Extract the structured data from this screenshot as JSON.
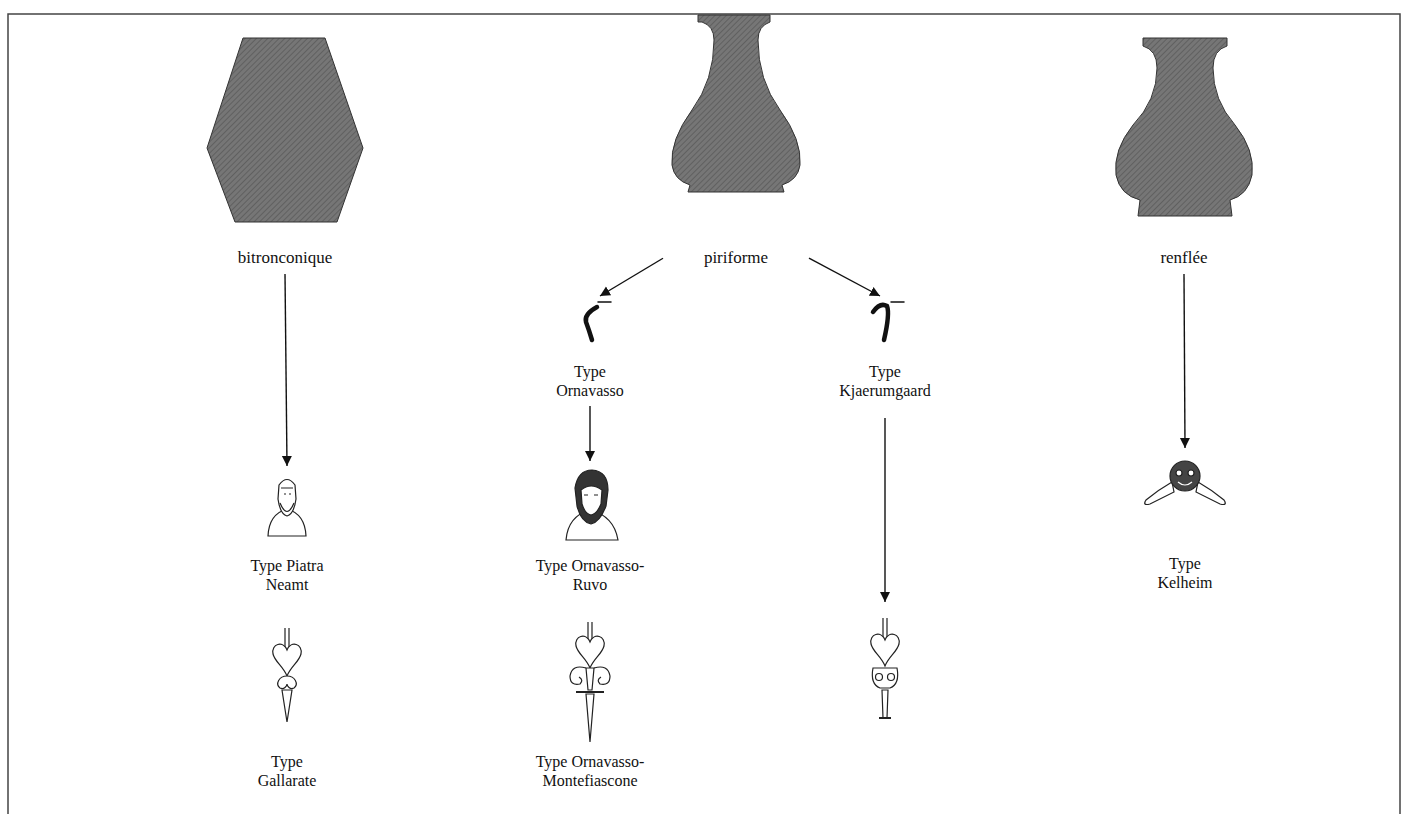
{
  "diagram": {
    "nodes": [
      {
        "text": [
          "bitronconique"
        ]
      },
      {
        "text": [
          "piriforme"
        ]
      },
      {
        "text": [
          "renflée"
        ]
      },
      {
        "text": [
          "Type Ornavasso"
        ]
      },
      {
        "text": [
          "Type Kjaerumgaard"
        ]
      },
      {
        "text": [
          "Type Piatra Neamt"
        ]
      },
      {
        "text": [
          "Type Ornavasso-Ruvo"
        ]
      },
      {
        "text": [
          "Type Kelheim"
        ]
      },
      {
        "text": [
          "Type Gallarate"
        ]
      },
      {
        "text": [
          "Type Ornavasso-Montefiascone"
        ]
      }
    ],
    "edges": [
      {
        "from": 0,
        "to": 5,
        "arrow": "to"
      },
      {
        "from": 1,
        "to": 3,
        "arrow": "to"
      },
      {
        "from": 1,
        "to": 4,
        "arrow": "to"
      },
      {
        "from": 3,
        "to": 6,
        "arrow": "to"
      },
      {
        "from": 2,
        "to": 7,
        "arrow": "to"
      }
    ]
  }
}
